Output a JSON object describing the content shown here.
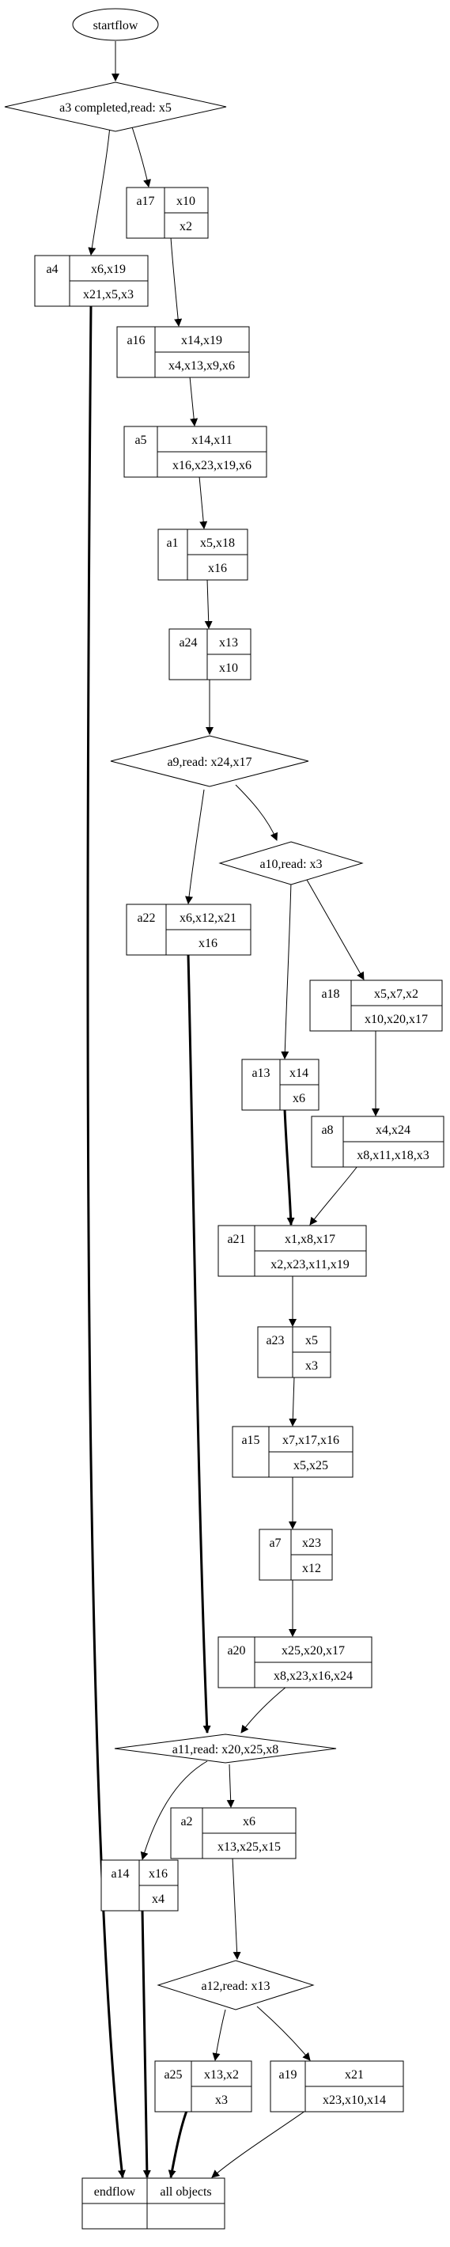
{
  "diagram": {
    "start": "startflow",
    "decisions": {
      "d1": "a3 completed,read: x5",
      "d2": "a9,read: x24,x17",
      "d3": "a10,read: x3",
      "d4": "a11,read: x20,x25,x8",
      "d5": "a12,read: x13"
    },
    "nodes": {
      "a17": {
        "id": "a17",
        "top": "x10",
        "bottom": "x2"
      },
      "a4": {
        "id": "a4",
        "top": "x6,x19",
        "bottom": "x21,x5,x3"
      },
      "a16": {
        "id": "a16",
        "top": "x14,x19",
        "bottom": "x4,x13,x9,x6"
      },
      "a5": {
        "id": "a5",
        "top": "x14,x11",
        "bottom": "x16,x23,x19,x6"
      },
      "a1": {
        "id": "a1",
        "top": "x5,x18",
        "bottom": "x16"
      },
      "a24": {
        "id": "a24",
        "top": "x13",
        "bottom": "x10"
      },
      "a22": {
        "id": "a22",
        "top": "x6,x12,x21",
        "bottom": "x16"
      },
      "a18": {
        "id": "a18",
        "top": "x5,x7,x2",
        "bottom": "x10,x20,x17"
      },
      "a13": {
        "id": "a13",
        "top": "x14",
        "bottom": "x6"
      },
      "a8": {
        "id": "a8",
        "top": "x4,x24",
        "bottom": "x8,x11,x18,x3"
      },
      "a21": {
        "id": "a21",
        "top": "x1,x8,x17",
        "bottom": "x2,x23,x11,x19"
      },
      "a23": {
        "id": "a23",
        "top": "x5",
        "bottom": "x3"
      },
      "a15": {
        "id": "a15",
        "top": "x7,x17,x16",
        "bottom": "x5,x25"
      },
      "a7": {
        "id": "a7",
        "top": "x23",
        "bottom": "x12"
      },
      "a20": {
        "id": "a20",
        "top": "x25,x20,x17",
        "bottom": "x8,x23,x16,x24"
      },
      "a2": {
        "id": "a2",
        "top": "x6",
        "bottom": "x13,x25,x15"
      },
      "a14": {
        "id": "a14",
        "top": "x16",
        "bottom": "x4"
      },
      "a25": {
        "id": "a25",
        "top": "x13,x2",
        "bottom": "x3"
      },
      "a19": {
        "id": "a19",
        "top": "x21",
        "bottom": "x23,x10,x14"
      }
    },
    "end": {
      "left": "endflow",
      "right": "all objects"
    }
  }
}
